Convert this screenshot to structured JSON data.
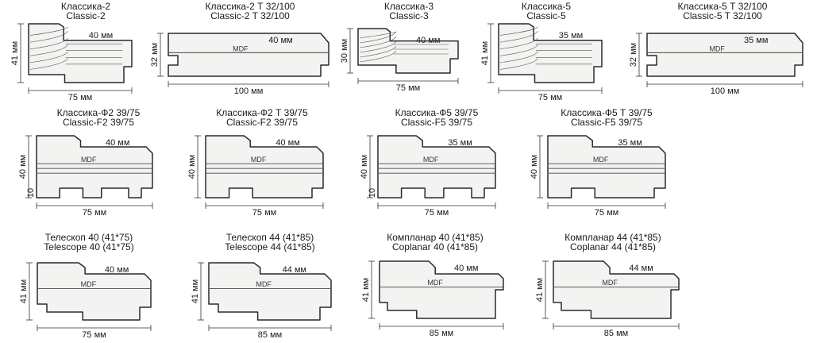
{
  "profiles": [
    {
      "id": "classic2",
      "title_ru": "Классика-2",
      "title_en": "Classic-2",
      "width": "75 мм",
      "height": "41 мм",
      "step": "40 мм",
      "material": "",
      "kind": "wood-step"
    },
    {
      "id": "classic2t",
      "title_ru": "Классика-2 Т 32/100",
      "title_en": "Classic-2 T 32/100",
      "width": "100 мм",
      "height": "32 мм",
      "step": "40 мм",
      "material": "MDF",
      "kind": "mdf-flat"
    },
    {
      "id": "classic3",
      "title_ru": "Классика-3",
      "title_en": "Classic-3",
      "width": "75 мм",
      "height": "30 мм",
      "step": "40 мм",
      "material": "",
      "kind": "wood-low"
    },
    {
      "id": "classic5",
      "title_ru": "Классика-5",
      "title_en": "Classic-5",
      "width": "75 мм",
      "height": "41 мм",
      "step": "35 мм",
      "material": "",
      "kind": "wood-step"
    },
    {
      "id": "classic5t",
      "title_ru": "Классика-5 Т 32/100",
      "title_en": "Classic-5 T 32/100",
      "width": "100 мм",
      "height": "32 мм",
      "step": "35 мм",
      "material": "MDF",
      "kind": "mdf-flat"
    },
    {
      "id": "f2",
      "title_ru": "Классика-Ф2 39/75",
      "title_en": "Classic-F2 39/75",
      "width": "75 мм",
      "height": "40 мм",
      "step": "40 мм",
      "side": "10",
      "material": "MDF",
      "kind": "mdf-f"
    },
    {
      "id": "f2t",
      "title_ru": "Классика-Ф2 Т 39/75",
      "title_en": "Classic-F2 39/75",
      "width": "75 мм",
      "height": "40 мм",
      "step": "40 мм",
      "material": "MDF",
      "kind": "mdf-ft"
    },
    {
      "id": "f5",
      "title_ru": "Классика-Ф5  39/75",
      "title_en": "Classic-F5 39/75",
      "width": "75 мм",
      "height": "40 мм",
      "step": "35 мм",
      "side": "10",
      "material": "MDF",
      "kind": "mdf-f"
    },
    {
      "id": "f5t",
      "title_ru": "Классика-Ф5 Т 39/75",
      "title_en": "Classic-F5 39/75",
      "width": "75 мм",
      "height": "40 мм",
      "step": "35 мм",
      "material": "MDF",
      "kind": "mdf-ft"
    },
    {
      "id": "tel40",
      "title_ru": "Телескоп 40 (41*75)",
      "title_en": "Telescope 40 (41*75)",
      "width": "75 мм",
      "height": "41 мм",
      "step": "40 мм",
      "material": "MDF",
      "kind": "tel"
    },
    {
      "id": "tel44",
      "title_ru": "Телескоп 44 (41*85)",
      "title_en": "Telescope 44 (41*85)",
      "width": "85 мм",
      "height": "41 мм",
      "step": "44 мм",
      "material": "MDF",
      "kind": "tel"
    },
    {
      "id": "cop40",
      "title_ru": "Компланар 40 (41*85)",
      "title_en": "Coplanar 40 (41*85)",
      "width": "85 мм",
      "height": "41 мм",
      "step": "40 мм",
      "material": "MDF",
      "kind": "cop"
    },
    {
      "id": "cop44",
      "title_ru": "Компланар 44 (41*85)",
      "title_en": "Coplanar 44 (41*85)",
      "width": "85 мм",
      "height": "41 мм",
      "step": "44 мм",
      "material": "MDF",
      "kind": "cop"
    }
  ]
}
